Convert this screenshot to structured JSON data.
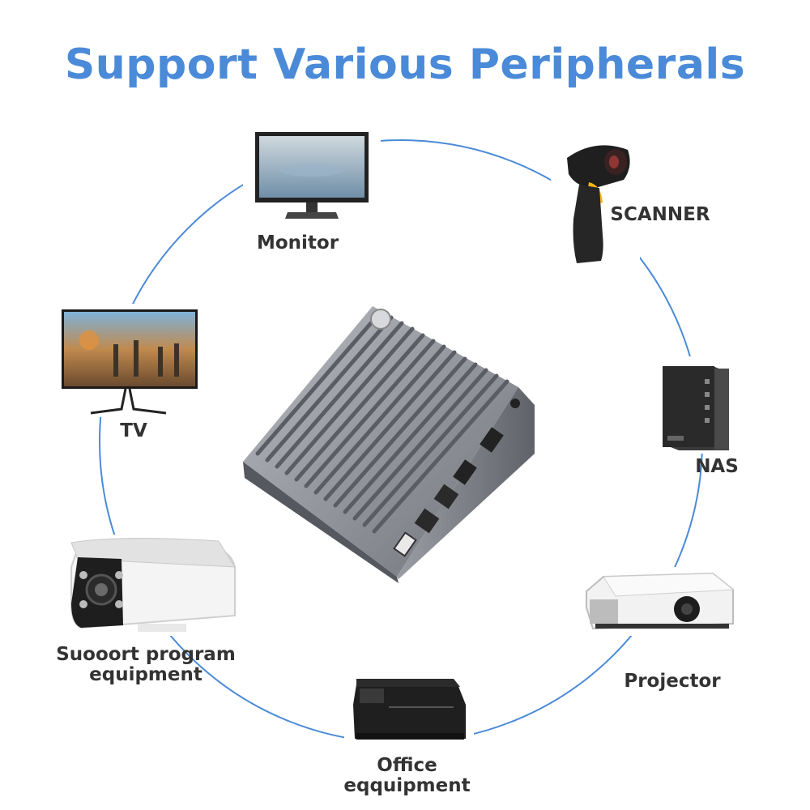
{
  "title": "Support Various Peripherals",
  "colors": {
    "title": "#4a8ad8",
    "ring": "#4a8ad8",
    "label": "#333333"
  },
  "peripherals": [
    {
      "name": "monitor",
      "label": "Monitor",
      "icon": "monitor-icon"
    },
    {
      "name": "scanner",
      "label": "SCANNER",
      "icon": "barcode-scanner-icon"
    },
    {
      "name": "tv",
      "label": "TV",
      "icon": "tv-icon"
    },
    {
      "name": "nas",
      "label": "NAS",
      "icon": "nas-icon"
    },
    {
      "name": "camera",
      "label_lines": [
        "Suooort program",
        "equipment"
      ],
      "icon": "security-camera-icon"
    },
    {
      "name": "projector",
      "label": "Projector",
      "icon": "projector-icon"
    },
    {
      "name": "printer",
      "label_lines": [
        "Office",
        "eqquipment"
      ],
      "icon": "printer-icon"
    }
  ],
  "center_device": {
    "icon": "mini-pc-icon"
  }
}
